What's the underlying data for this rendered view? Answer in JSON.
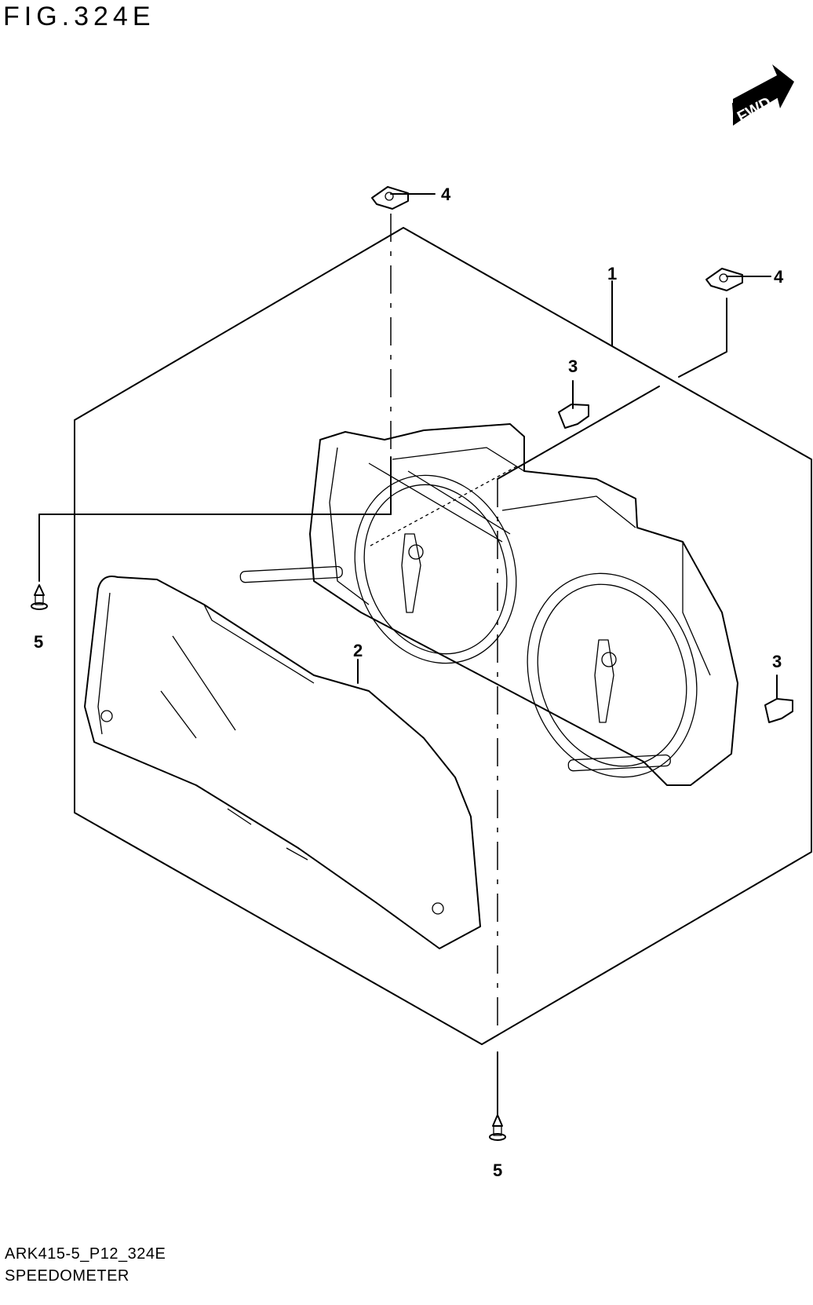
{
  "figure": {
    "title": "FIG.324E"
  },
  "footer": {
    "code": "ARK415-5_P12_324E",
    "name": "SPEEDOMETER"
  },
  "direction": {
    "label": "FWD",
    "icon": "forward-arrow-icon"
  },
  "callouts": {
    "c1": "1",
    "c2": "2",
    "c3a": "3",
    "c3b": "3",
    "c4a": "4",
    "c4b": "4",
    "c5a": "5",
    "c5b": "5"
  }
}
